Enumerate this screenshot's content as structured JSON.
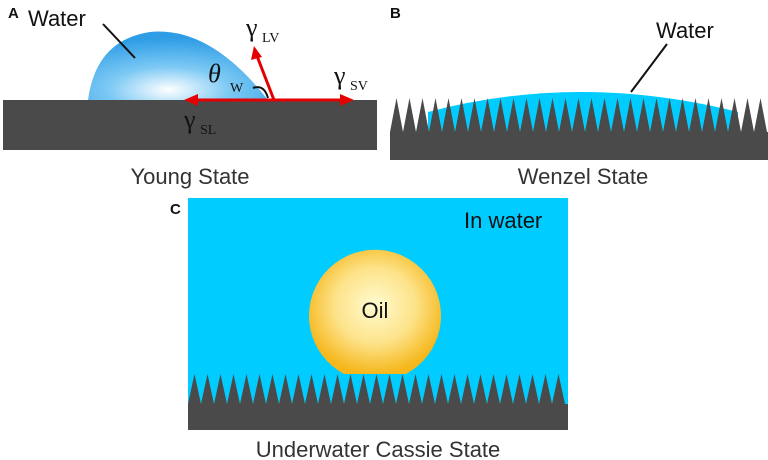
{
  "panels": {
    "a": {
      "letter": "A",
      "water_label": "Water",
      "gamma": "γ",
      "sub_lv": "LV",
      "sub_sv": "SV",
      "sub_sl": "SL",
      "theta": "θ",
      "sub_w": "W",
      "caption": "Young State"
    },
    "b": {
      "letter": "B",
      "water_label": "Water",
      "caption": "Wenzel State"
    },
    "c": {
      "letter": "C",
      "env_label": "In water",
      "oil_label": "Oil",
      "caption": "Underwater Cassie State"
    }
  },
  "colors": {
    "water": "#00ccff",
    "water_drop": "#3aa6ea",
    "substrate": "#4a4a4a",
    "arrow": "#e50000",
    "oil_center": "#fff8c0",
    "oil_edge": "#f6b81e"
  }
}
